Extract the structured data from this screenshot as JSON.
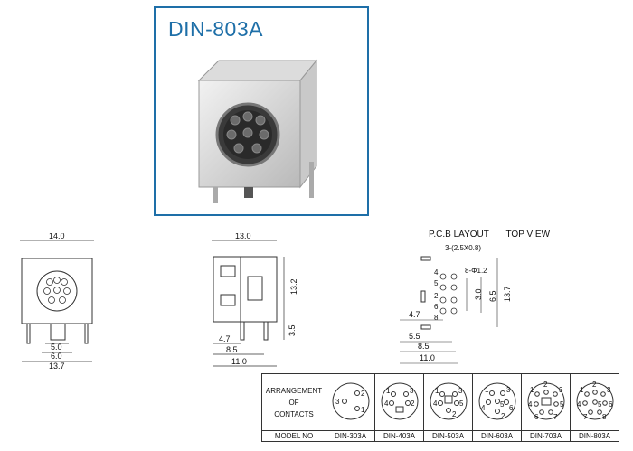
{
  "title": "DIN-803A",
  "front_view": {
    "width": "14.0",
    "pin_span_a": "5.0",
    "pin_span_b": "6.0",
    "body_depth": "13.7"
  },
  "side_view": {
    "width": "13.0",
    "height": "13.2",
    "pin_len": "3.5",
    "d1": "4.7",
    "d2": "8.5",
    "d3": "11.0"
  },
  "pcb": {
    "heading": "P.C.B LAYOUT",
    "view": "TOP VIEW",
    "slot_note": "3-(2.5X0.8)",
    "hole_note": "8-Φ1.2",
    "v1": "3.0",
    "v2": "6.5",
    "v3": "13.7",
    "h1": "4.7",
    "h2": "5.5",
    "h3": "8.5",
    "h4": "11.0",
    "pin_numbers": [
      "4",
      "5",
      "2",
      "6",
      "8"
    ]
  },
  "arrangement": {
    "header_lines": [
      "ARRANGEMENT",
      "OF",
      "CONTACTS"
    ],
    "footer_label": "MODEL NO",
    "models": [
      "DIN-303A",
      "DIN-403A",
      "DIN-503A",
      "DIN-603A",
      "DIN-703A",
      "DIN-803A"
    ],
    "pin_labels": [
      [
        "2",
        "3",
        "1"
      ],
      [
        "1",
        "3",
        "4",
        "2"
      ],
      [
        "1",
        "3",
        "4",
        "5",
        "2"
      ],
      [
        "1",
        "3",
        "4",
        "5",
        "6",
        "2"
      ],
      [
        "1",
        "2",
        "3",
        "4",
        "5",
        "6",
        "7"
      ],
      [
        "1",
        "2",
        "3",
        "4",
        "5",
        "6",
        "7",
        "8"
      ]
    ]
  }
}
